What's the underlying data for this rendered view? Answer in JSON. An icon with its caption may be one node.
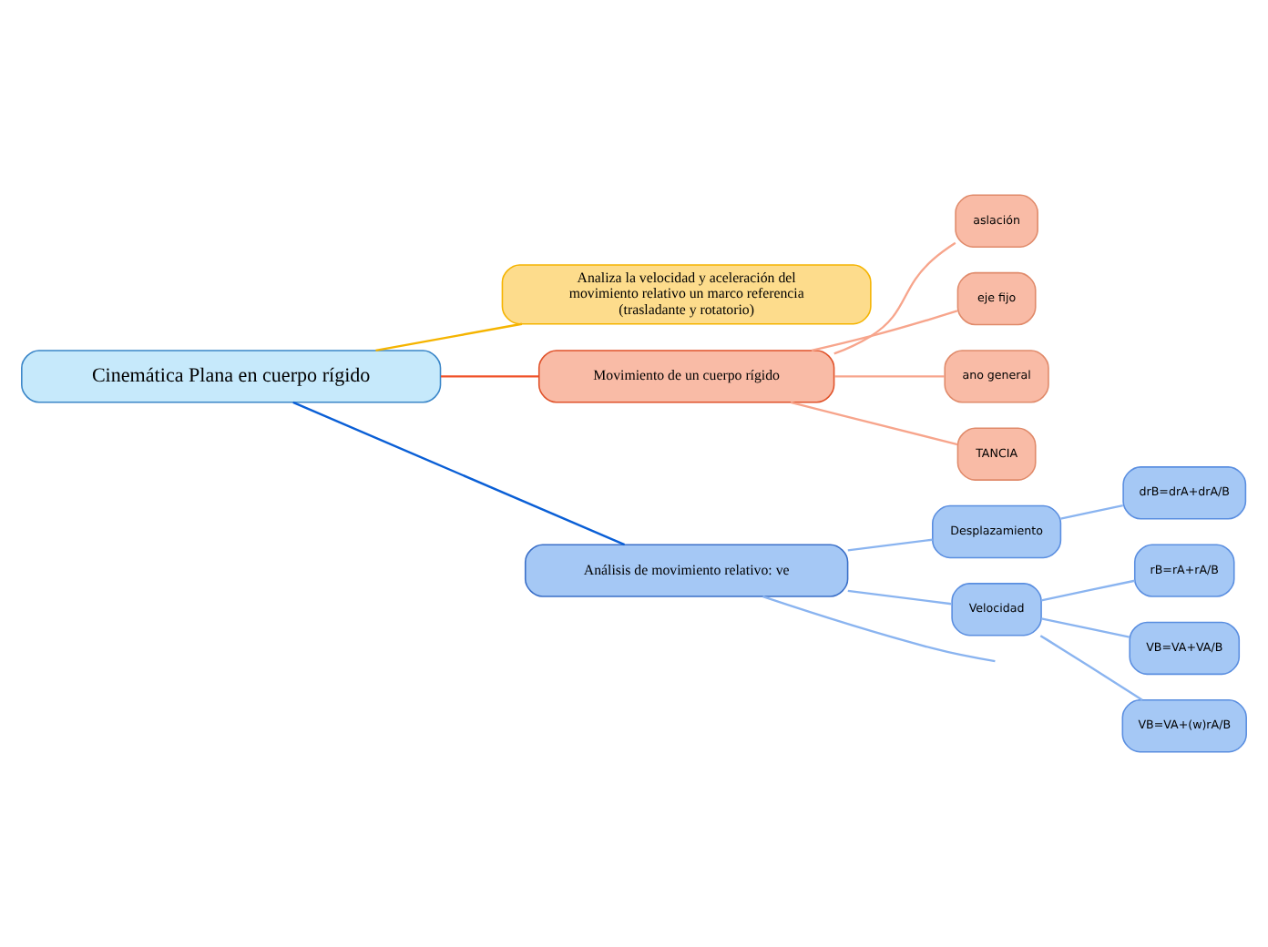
{
  "diagram": {
    "nodes": [
      {
        "text": [
          "Cinemática Plana en cuerpo rígido"
        ]
      },
      {
        "text": [
          "Analiza la velocidad y aceleración del movimiento relativo un marco referencia (trasladante y rotatorio)"
        ]
      },
      {
        "text": [
          "Movimiento de un cuerpo rígido"
        ]
      },
      {
        "text": [
          "aslación"
        ]
      },
      {
        "text": [
          "eje fijo"
        ]
      },
      {
        "text": [
          "ano general"
        ]
      },
      {
        "text": [
          "TANCIA"
        ]
      },
      {
        "text": [
          "Análisis de movimiento relativo: ve"
        ]
      },
      {
        "text": [
          "Desplazamiento"
        ]
      },
      {
        "text": [
          "Velocidad"
        ]
      },
      {
        "text": [
          "drB=drA+drA/B"
        ]
      },
      {
        "text": [
          "rB=rA+rA/B"
        ]
      },
      {
        "text": [
          "VB=VA+VA/B"
        ]
      },
      {
        "text": [
          "VB=VA+(w)rA/B"
        ]
      }
    ],
    "edges": [
      {
        "from": 0,
        "to": 1,
        "arrow": "none",
        "color": "#f5b400"
      },
      {
        "from": 0,
        "to": 2,
        "arrow": "none",
        "color": "#f0522a"
      },
      {
        "from": 0,
        "to": 7,
        "arrow": "none",
        "color": "#0a5fd6"
      },
      {
        "from": 2,
        "to": 3,
        "arrow": "none",
        "color": "#f7a58c"
      },
      {
        "from": 2,
        "to": 4,
        "arrow": "none",
        "color": "#f7a58c"
      },
      {
        "from": 2,
        "to": 5,
        "arrow": "none",
        "color": "#f7a58c"
      },
      {
        "from": 2,
        "to": 6,
        "arrow": "none",
        "color": "#f7a58c"
      },
      {
        "from": 7,
        "to": 8,
        "arrow": "none"
      },
      {
        "from": 7,
        "to": 9,
        "arrow": "none"
      },
      {
        "from": 7,
        "to": null,
        "arrow": "none"
      },
      {
        "from": 8,
        "to": 10,
        "arrow": "none"
      },
      {
        "from": 9,
        "to": 11,
        "arrow": "none"
      },
      {
        "from": 9,
        "to": 12,
        "arrow": "none"
      },
      {
        "from": 9,
        "to": 13,
        "arrow": "none"
      }
    ]
  }
}
